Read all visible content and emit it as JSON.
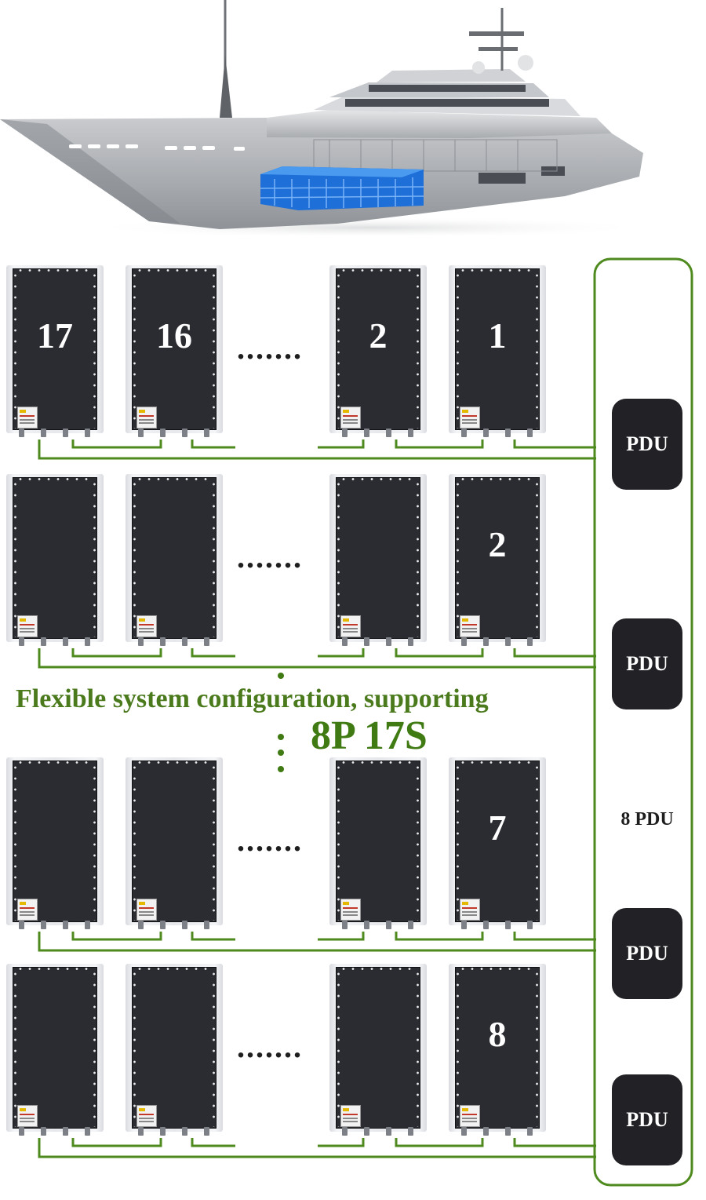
{
  "colors": {
    "wire": "#4e8a1e",
    "headline": "#4a7a1c",
    "pdu_fill": "#222226",
    "module_panel": "#2b2c31"
  },
  "rows": [
    {
      "numbers": [
        "17",
        "16",
        "2",
        "1"
      ],
      "ellipsis": "......."
    },
    {
      "numbers": [
        "",
        "",
        "",
        "2"
      ],
      "ellipsis": "......."
    },
    {
      "numbers": [
        "",
        "",
        "",
        "7"
      ],
      "ellipsis": "......."
    },
    {
      "numbers": [
        "",
        "",
        "",
        "8"
      ],
      "ellipsis": "......."
    }
  ],
  "pdus": [
    {
      "label": "PDU"
    },
    {
      "label": "PDU"
    },
    {
      "label": "PDU"
    },
    {
      "label": "PDU"
    }
  ],
  "pdu_count_label": "8 PDU",
  "headline": "Flexible system configuration, supporting",
  "configuration": "8P 17S"
}
